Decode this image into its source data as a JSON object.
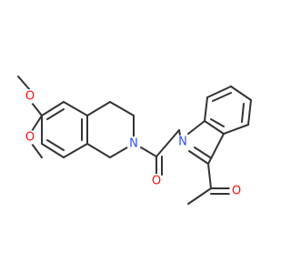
{
  "molecule": {
    "atoms": [
      {
        "id": "O1",
        "label": "O",
        "color": "#ff0d0d"
      },
      {
        "id": "O2",
        "label": "O",
        "color": "#ff0d0d"
      },
      {
        "id": "N1",
        "label": "N",
        "color": "#3050f8"
      },
      {
        "id": "O3",
        "label": "O",
        "color": "#ff0d0d"
      },
      {
        "id": "N2",
        "label": "N",
        "color": "#3050f8"
      },
      {
        "id": "O4",
        "label": "O",
        "color": "#ff0d0d"
      }
    ],
    "bond_color": "#333333",
    "background": "#ffffff"
  }
}
